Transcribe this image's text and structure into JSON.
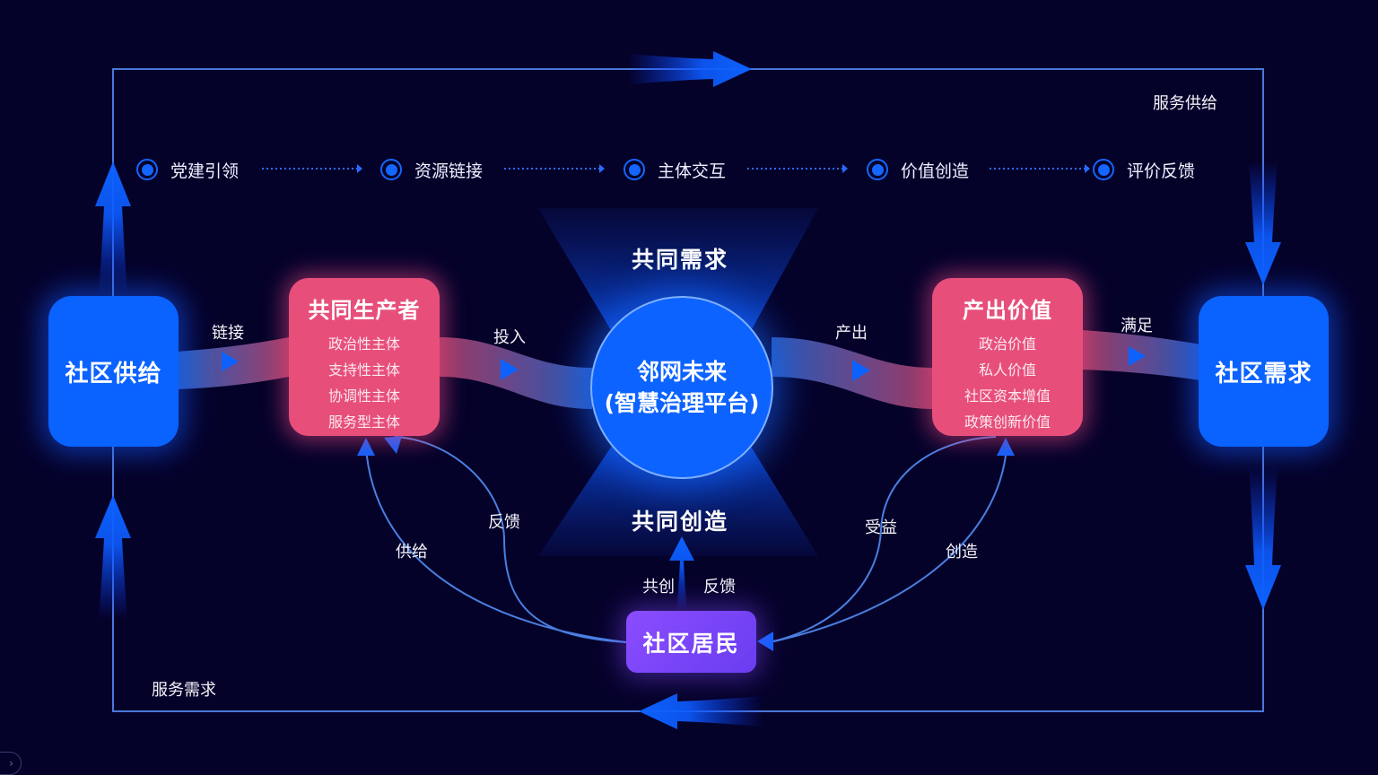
{
  "colors": {
    "background": "#05022a",
    "primary_blue": "#0a62ff",
    "pink": "#e74f7a",
    "purple": "#7a45f8",
    "frame_line": "#4a78d8"
  },
  "frame": {
    "top_label": "服务供给",
    "bottom_label": "服务需求"
  },
  "steps": [
    {
      "label": "党建引领"
    },
    {
      "label": "资源链接"
    },
    {
      "label": "主体交互"
    },
    {
      "label": "价值创造"
    },
    {
      "label": "评价反馈"
    }
  ],
  "nodes": {
    "supply": {
      "title": "社区供给"
    },
    "demand": {
      "title": "社区需求"
    },
    "producers": {
      "title": "共同生产者",
      "items": [
        "政治性主体",
        "支持性主体",
        "协调性主体",
        "服务型主体"
      ]
    },
    "value": {
      "title": "产出价值",
      "items": [
        "政治价值",
        "私人价值",
        "社区资本增值",
        "政策创新价值"
      ]
    },
    "platform": {
      "line1": "邻网未来",
      "line2": "(智慧治理平台)"
    },
    "residents": {
      "title": "社区居民"
    }
  },
  "center_labels": {
    "top": "共同需求",
    "bottom": "共同创造"
  },
  "flow_labels": {
    "link": "链接",
    "input": "投入",
    "output": "产出",
    "satisfy": "满足",
    "supply_curve": "供给",
    "feedback_left": "反馈",
    "benefit": "受益",
    "create": "创造",
    "co_create": "共创",
    "feedback_bottom": "反馈"
  },
  "corner_button": {
    "icon": "chevron-right-icon"
  }
}
